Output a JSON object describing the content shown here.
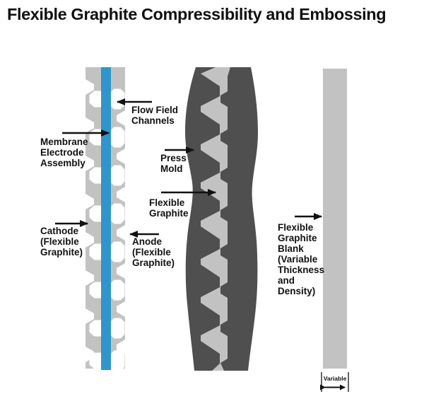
{
  "title": "Flexible Graphite Compressibility and Embossing",
  "colors": {
    "background": "#ffffff",
    "text": "#111111",
    "graphite_light": "#c2c2c2",
    "mold_dark": "#4f4f4f",
    "membrane_blue": "#2e96cc"
  },
  "labels": {
    "flow_field_channels": "Flow Field\nChannels",
    "membrane_electrode_assembly": "Membrane\nElectrode\nAssembly",
    "cathode": "Cathode\n(Flexible\nGraphite)",
    "anode": "Anode\n(Flexible\nGraphite)",
    "press_mold": "Press\nMold",
    "flexible_graphite": "Flexible\nGraphite",
    "graphite_blank": "Flexible\nGraphite\nBlank\n(Variable\nThickness\nand\nDensity)",
    "variable": "Variable"
  }
}
